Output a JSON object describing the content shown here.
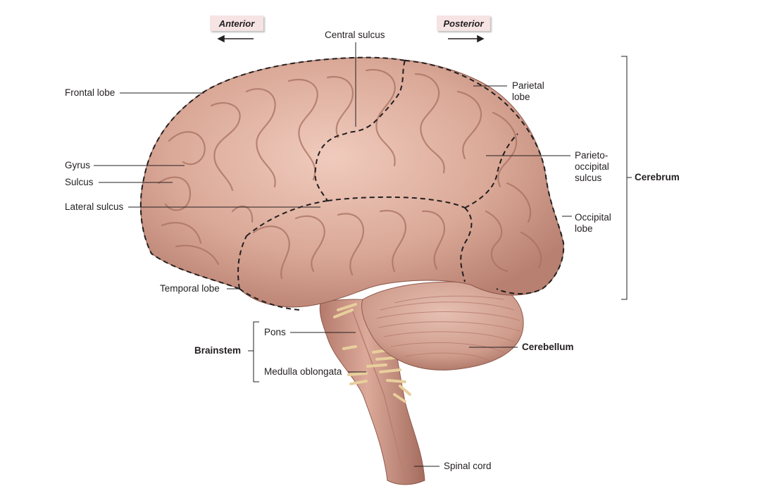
{
  "directions": {
    "anterior": "Anterior",
    "posterior": "Posterior"
  },
  "labels": {
    "central_sulcus": "Central sulcus",
    "frontal_lobe": "Frontal lobe",
    "parietal_lobe_l1": "Parietal",
    "parietal_lobe_l2": "lobe",
    "gyrus": "Gyrus",
    "sulcus": "Sulcus",
    "lateral_sulcus": "Lateral sulcus",
    "parieto_occipital_l1": "Parieto-",
    "parieto_occipital_l2": "occipital",
    "parieto_occipital_l3": "sulcus",
    "cerebrum": "Cerebrum",
    "occipital_lobe_l1": "Occipital",
    "occipital_lobe_l2": "lobe",
    "temporal_lobe": "Temporal lobe",
    "pons": "Pons",
    "brainstem": "Brainstem",
    "cerebellum": "Cerebellum",
    "medulla_oblongata": "Medulla oblongata",
    "spinal_cord": "Spinal cord"
  },
  "colors": {
    "brain_fill": "#d8a593",
    "brain_highlight": "#ebc3b4",
    "brain_shadow": "#a86f60",
    "cerebellum_fill": "#d6a797",
    "stem_fill": "#c98f80",
    "nerve": "#f0dcae",
    "leader_line": "#231f20",
    "direction_box": "#f6e3e3"
  }
}
